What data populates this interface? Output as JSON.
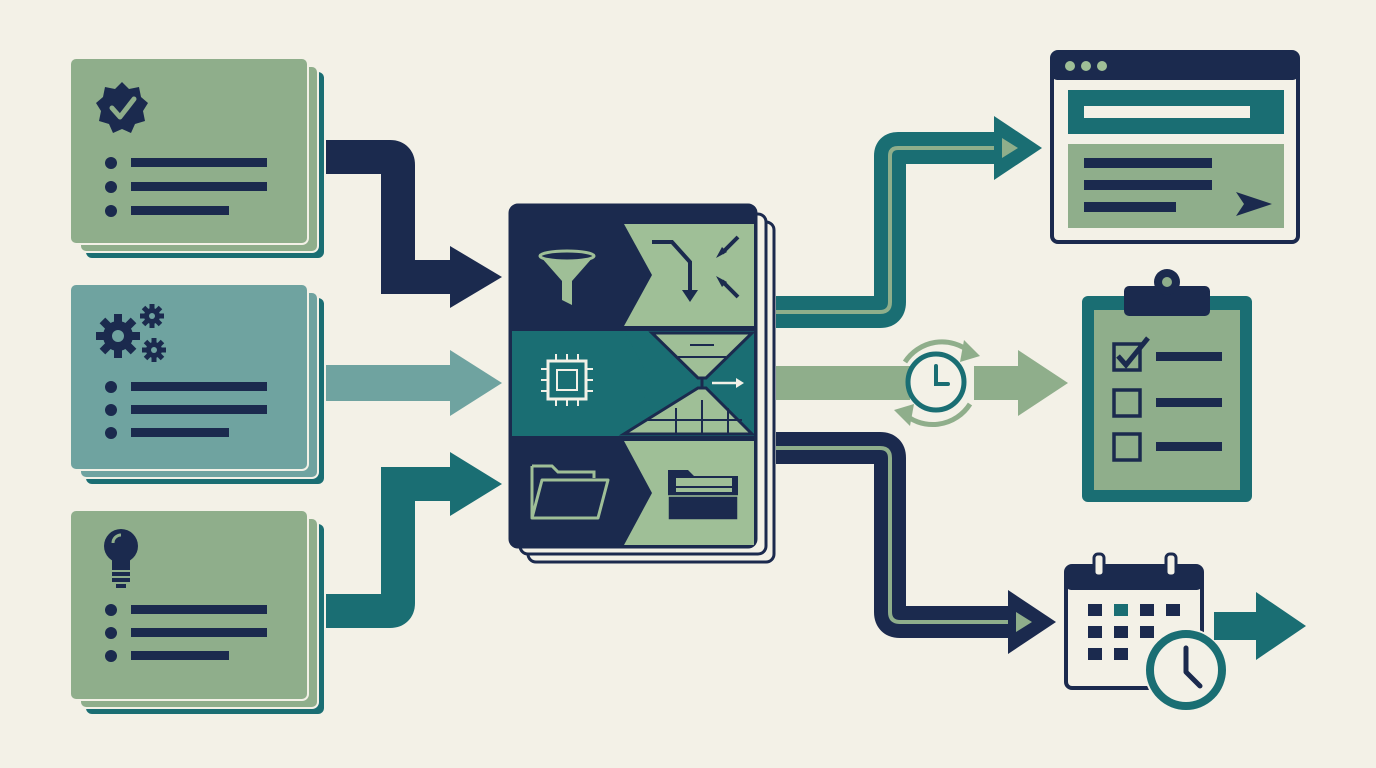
{
  "colors": {
    "background": "#f3f1e7",
    "navy": "#1b2a4e",
    "teal": "#1a6e73",
    "sage": "#8fae8b",
    "slate_teal": "#6fa3a0",
    "light_sage": "#9fbf97",
    "white": "#f3f1e7"
  },
  "inputs": [
    {
      "icon": "badge-check-icon",
      "fill": "#8fae8b",
      "bullet_count": 3
    },
    {
      "icon": "gears-icon",
      "fill": "#6fa3a0",
      "bullet_count": 3
    },
    {
      "icon": "lightbulb-icon",
      "fill": "#8fae8b",
      "bullet_count": 3
    }
  ],
  "processor": {
    "rows": [
      {
        "left_icon": "funnel-icon",
        "right_icon": "merge-compress-icon"
      },
      {
        "left_icon": "chip-icon",
        "right_icon": "hourglass-transform-icon"
      },
      {
        "left_icon": "folder-open-icon",
        "right_icon": "folder-documents-icon"
      }
    ]
  },
  "outputs": [
    {
      "icon": "browser-window-icon",
      "arrow_color": "#1a6e73"
    },
    {
      "icon": "clipboard-checklist-icon",
      "arrow_color": "#8fae8b",
      "cycle_icon": "clock-cycle-icon"
    },
    {
      "icon": "calendar-clock-icon",
      "arrow_color": "#1b2a4e"
    }
  ]
}
